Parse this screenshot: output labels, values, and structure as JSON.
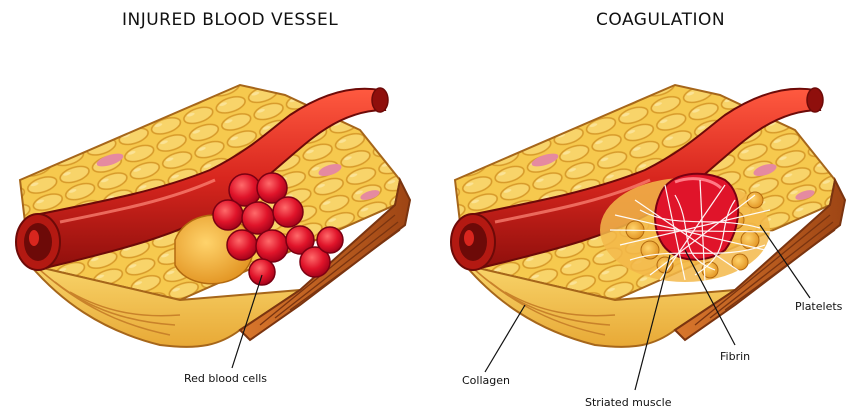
{
  "panels": {
    "left": {
      "title": "INJURED BLOOD VESSEL",
      "labels": {
        "rbc": "Red blood cells"
      }
    },
    "right": {
      "title": "COAGULATION",
      "labels": {
        "collagen": "Collagen",
        "fibrin": "Fibrin",
        "platelets": "Platelets",
        "muscle": "Striated muscle"
      }
    }
  },
  "colors": {
    "tissue": "#f6c94e",
    "tissue_dark": "#e0a12a",
    "tissue_outline": "#a6661a",
    "muscle": "#b5531a",
    "vessel": "#d8261e",
    "vessel_dark": "#8f0f0c",
    "rbc": "#e0142a",
    "platelet": "#f3a82a",
    "fibrin": "#ffffff"
  }
}
